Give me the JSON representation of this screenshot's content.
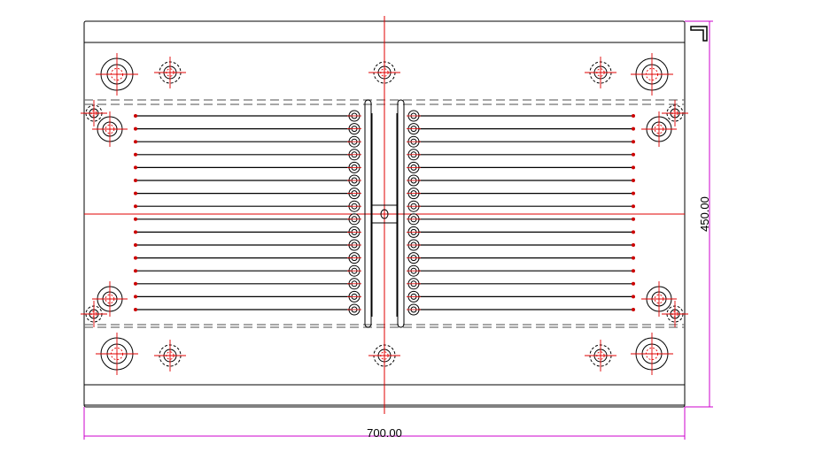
{
  "drawing": {
    "dimensions": {
      "width_label": "700.00",
      "height_label": "450.00"
    },
    "colors": {
      "outline": "#000000",
      "centerline": "#e00000",
      "dimension": "#cc00cc",
      "hidden": "#707070",
      "pin_dot": "#cc0000"
    },
    "pin_rows_per_side": 16
  }
}
